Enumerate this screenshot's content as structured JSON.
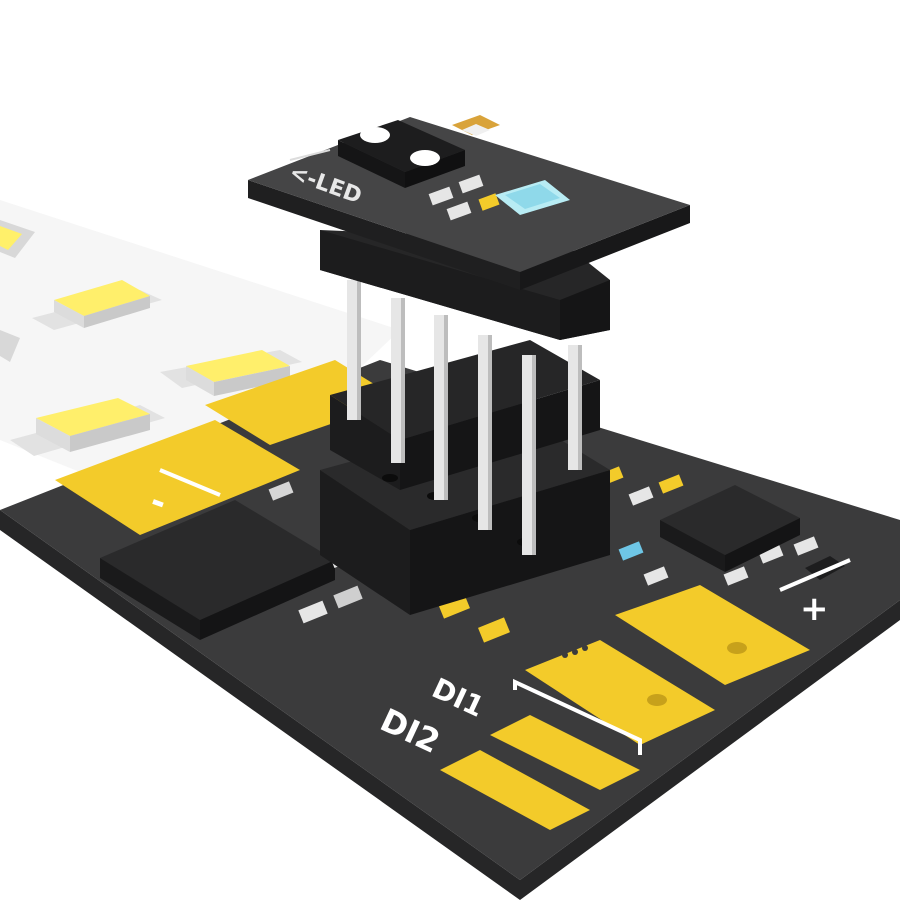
{
  "render": {
    "module_label": "<-LED",
    "pad_label_di1": "DI1",
    "pad_label_di2": "DI2",
    "polarity_minus": "-",
    "polarity_plus": "+"
  },
  "colors": {
    "board": "#3b3b3c",
    "board_side": "#262627",
    "pad_gold": "#f3cb2a",
    "led_yellow": "#fff07a",
    "header_plastic": "#1f1f20",
    "pin_silver": "#e6e6e6",
    "ic_body": "#2a2a2b",
    "silkscreen": "#ffffff"
  }
}
